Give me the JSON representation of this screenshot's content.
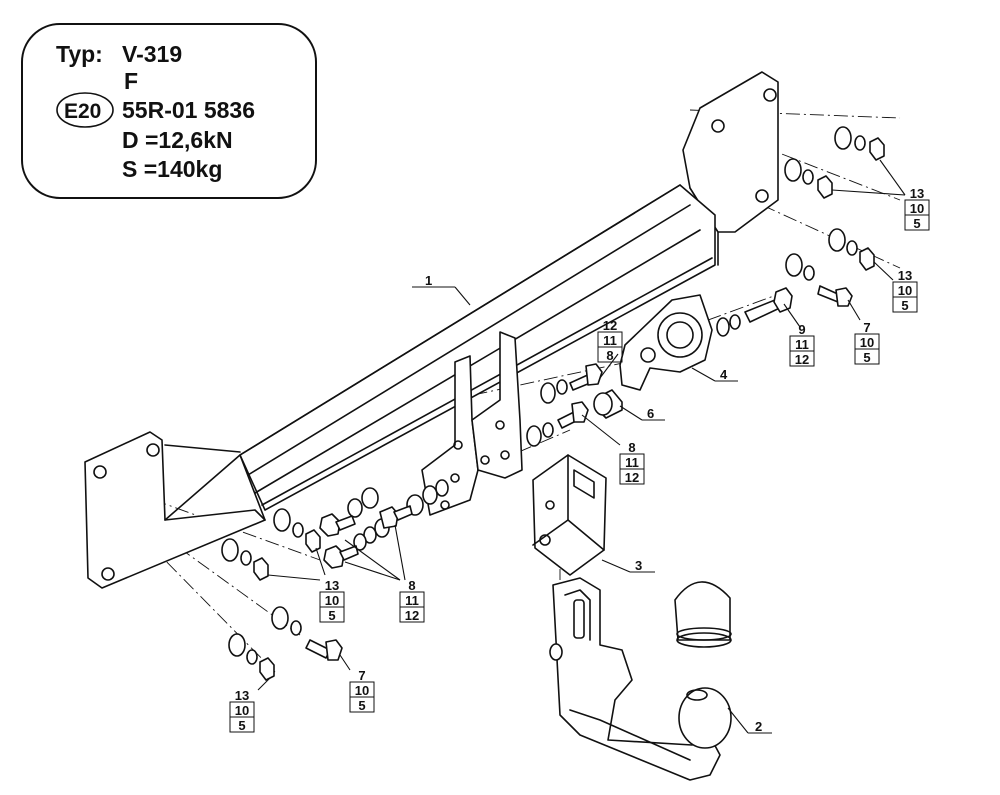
{
  "spec_box": {
    "typ_label": "Typ:",
    "typ_value": "V-319",
    "class": "F",
    "approval_mark": "E20",
    "approval_number": "55R-01 5836",
    "d_value": "D =12,6kN",
    "s_value": "S =140kg"
  },
  "callouts": {
    "frame": "1",
    "ball": "2",
    "bracket": "3",
    "socket_plate": "4",
    "spacer": "6",
    "top_right_a": [
      "13",
      "10",
      "5"
    ],
    "top_right_b": [
      "13",
      "10",
      "5"
    ],
    "bolt_9": [
      "9",
      "11",
      "12"
    ],
    "bolt_7_right": [
      "7",
      "10",
      "5"
    ],
    "upper_bolt_8": [
      "12",
      "11",
      "8"
    ],
    "mid_bolt_8": [
      "8",
      "11",
      "12"
    ],
    "lower_bolt_8": [
      "8",
      "11",
      "12"
    ],
    "left_nut_13": [
      "13",
      "10",
      "5"
    ],
    "bottom_left_13": [
      "13",
      "10",
      "5"
    ],
    "bottom_bolt_7": [
      "7",
      "10",
      "5"
    ]
  }
}
